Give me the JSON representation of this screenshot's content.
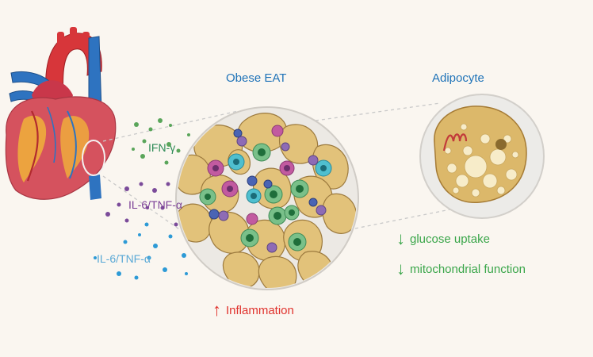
{
  "titles": {
    "obese_eat": "Obese EAT",
    "adipocyte": "Adipocyte"
  },
  "cytokines": {
    "ifn_gamma": "IFN-γ",
    "il6_tnf_purple": "IL-6/TNF-α",
    "il6_tnf_blue": "IL-6/TNF-α"
  },
  "effects": {
    "glucose_uptake": "glucose uptake",
    "mito_function": "mitochondrial function",
    "inflammation": "Inflammation",
    "down_arrow": "↓",
    "up_arrow": "↑"
  },
  "colors": {
    "background": "#faf6f0",
    "title_blue": "#1f73b8",
    "ifn_green": "#2e8b57",
    "il6_purple": "#7b3f96",
    "il6_blue": "#5aa9d6",
    "decrease_green": "#3aa64a",
    "increase_red": "#e0322d",
    "adipocyte_fill": "#e9cf86",
    "adipocyte_edge": "#b7894a"
  }
}
